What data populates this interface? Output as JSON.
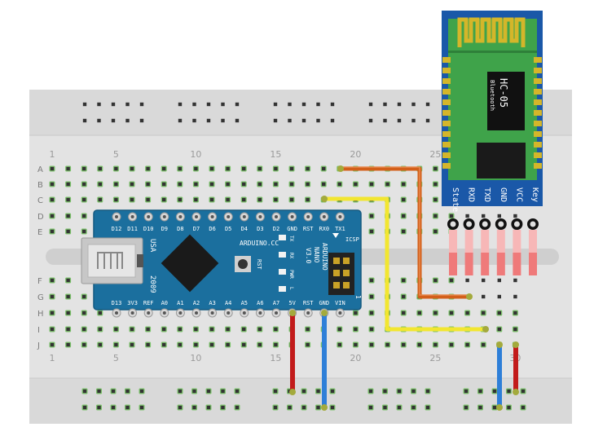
{
  "breadboard": {
    "row_letters": [
      "A",
      "B",
      "C",
      "D",
      "E",
      "F",
      "G",
      "H",
      "I",
      "J"
    ],
    "column_numbers": [
      "1",
      "5",
      "10",
      "15",
      "20",
      "25",
      "30"
    ]
  },
  "arduino": {
    "top_pins": [
      "D12",
      "D11",
      "D10",
      "D9",
      "D8",
      "D7",
      "D6",
      "D5",
      "D4",
      "D3",
      "D2",
      "GND",
      "RST",
      "RX0",
      "TX1"
    ],
    "bottom_pins": [
      "D13",
      "3V3",
      "REF",
      "A0",
      "A1",
      "A2",
      "A3",
      "A4",
      "A5",
      "A6",
      "A7",
      "5V",
      "RST",
      "GND",
      "VIN"
    ],
    "usb_text": "USA",
    "year_text": "2009",
    "brand_text": "ARDUINO.CC",
    "name_lines": [
      "ARDUINO",
      "NANO",
      "V3.0"
    ],
    "led_labels": [
      "TX",
      "RX",
      "PWR",
      "L"
    ],
    "rst_label": "RST",
    "icsp_label": "ICSP",
    "icsp_pin1": "1"
  },
  "bluetooth": {
    "chip_title": "HC-05",
    "chip_subtitle": "Bluetooth",
    "pins": [
      "State",
      "RXD",
      "TXD",
      "GND",
      "VCC",
      "Key"
    ]
  },
  "colors": {
    "orange_wire": "#d35f1a",
    "yellow_wire": "#f2e630",
    "red_wire": "#c21b1b",
    "blue_wire": "#2e7fd8",
    "arduino_board": "#1b6f9e",
    "bt_board": "#1a58a8",
    "bt_pcb": "#3fa34a"
  }
}
